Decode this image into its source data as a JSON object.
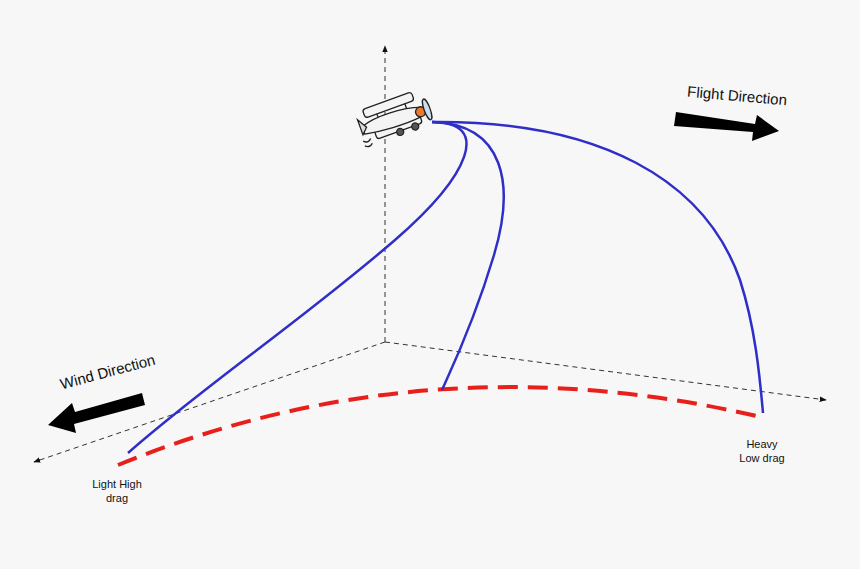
{
  "diagram": {
    "labels": [
      "Flight Direction",
      "Wind Direction",
      "Light High drag",
      "Heavy Low drag"
    ]
  }
}
